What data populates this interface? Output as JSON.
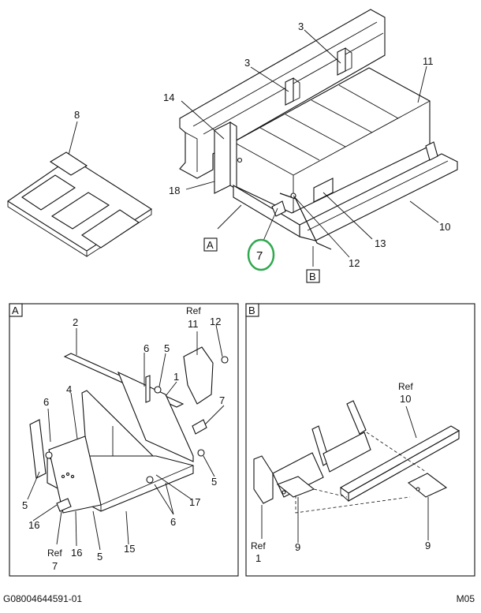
{
  "labels": {
    "n3a": "3",
    "n3b": "3",
    "n11": "11",
    "n14": "14",
    "n8": "8",
    "n18": "18",
    "n10": "10",
    "n13": "13",
    "n12": "12",
    "n7": "7",
    "calloutA": "A",
    "calloutB": "B"
  },
  "panelA": {
    "tag": "A",
    "n2": "2",
    "ref_top": "Ref",
    "n11": "11",
    "n12": "12",
    "n6a": "6",
    "n5a": "5",
    "n1": "1",
    "n6b": "6",
    "n4": "4",
    "n7": "7",
    "n5b": "5",
    "n17": "17",
    "n5c": "5",
    "n6c": "6",
    "n16a": "16",
    "ref_bottom": "Ref",
    "n7b": "7",
    "n16b": "16",
    "n5d": "5",
    "n15": "15"
  },
  "panelB": {
    "tag": "B",
    "ref_top": "Ref",
    "n10": "10",
    "ref_bottom": "Ref",
    "n1": "1",
    "n9a": "9",
    "n9b": "9"
  },
  "footer": {
    "left": "G08004644591-01",
    "right": "M05"
  },
  "colors": {
    "highlight": "#2fa84f"
  }
}
